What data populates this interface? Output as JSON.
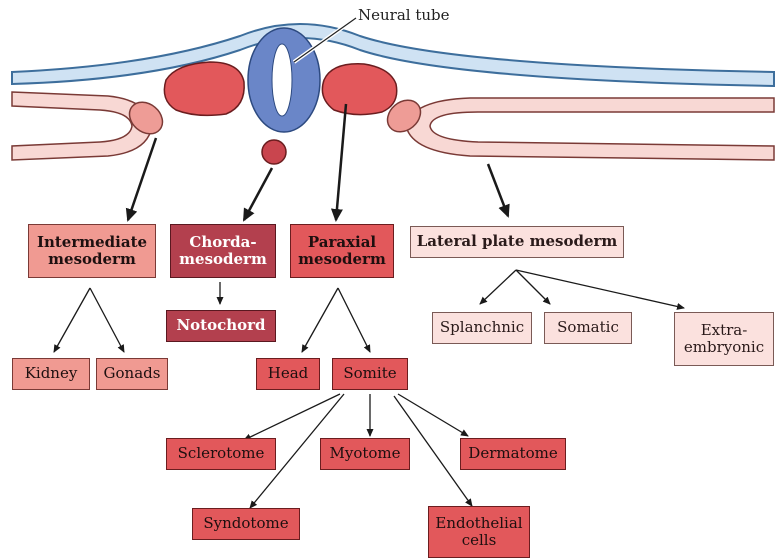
{
  "label_neural_tube": "Neural tube",
  "boxes": {
    "intermediate": "Intermediate\nmesoderm",
    "chorda": "Chorda-\nmesoderm",
    "paraxial": "Paraxial\nmesoderm",
    "lateral": "Lateral plate mesoderm",
    "notochord": "Notochord",
    "kidney": "Kidney",
    "gonads": "Gonads",
    "head": "Head",
    "somite": "Somite",
    "splanchnic": "Splanchnic",
    "somatic": "Somatic",
    "extra": "Extra-\nembryonic",
    "sclerotome": "Sclerotome",
    "myotome": "Myotome",
    "dermatome": "Dermatome",
    "syndotome": "Syndotome",
    "endothelial": "Endothelial\ncells"
  },
  "colors": {
    "ectoderm_fill": "#cfe2f3",
    "ectoderm_stroke": "#3d6e9c",
    "neural_tube": "#6a86c8",
    "somite_tissue": "#e2585b",
    "intermediate_tissue": "#ee9c96",
    "lateral_tissue": "#f8d8d4",
    "notochord_tissue": "#c9454e"
  }
}
